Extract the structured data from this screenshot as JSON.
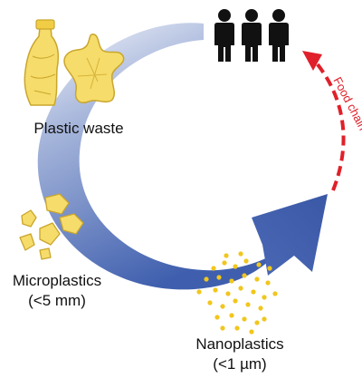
{
  "labels": {
    "plastic_waste": "Plastic waste",
    "microplastics": "Microplastics",
    "microplastics_size": "(<5 mm)",
    "nanoplastics": "Nanoplastics",
    "nanoplastics_size": "(<1 µm)",
    "food_chain": "Food chain"
  },
  "icons": {
    "bottle": "plastic-bottle-icon",
    "bag": "plastic-bag-icon",
    "people": "people-icon"
  },
  "colors": {
    "arrow_light": "#dfe5f2",
    "arrow_dark": "#3f5fae",
    "plastic_fill": "#f6dc6a",
    "plastic_stroke": "#c9a62c",
    "particles": "#f1c61d",
    "food_chain": "#e0202a",
    "people": "#111111"
  }
}
